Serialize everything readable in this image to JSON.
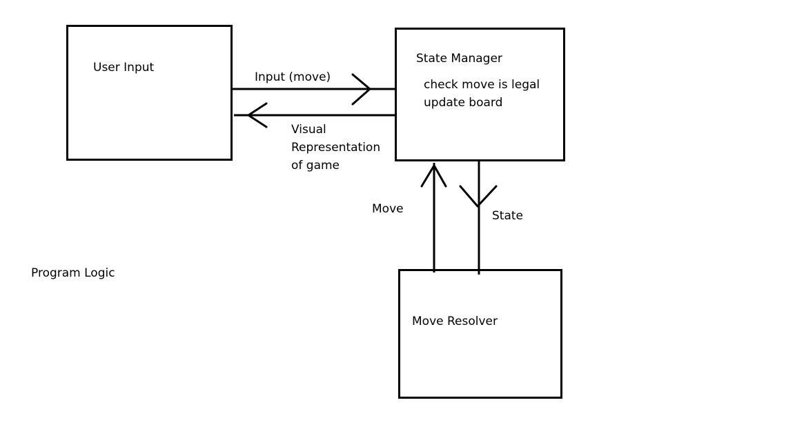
{
  "diagram": {
    "nodes": {
      "user_input": {
        "label": "User Input"
      },
      "state_manager": {
        "label": "State Manager",
        "details": [
          "check move is legal",
          "update board"
        ]
      },
      "move_resolver": {
        "label": "Move Resolver"
      }
    },
    "edges": {
      "input_move": {
        "from": "User Input",
        "to": "State Manager",
        "label": "Input (move)"
      },
      "visual": {
        "from": "State Manager",
        "to": "User Input",
        "label_lines": [
          "Visual",
          "Representation",
          "of game"
        ]
      },
      "move": {
        "from": "Move Resolver",
        "to": "State Manager",
        "label": "Move"
      },
      "state": {
        "from": "State Manager",
        "to": "Move Resolver",
        "label": "State"
      }
    },
    "caption": "Program Logic",
    "colors": {
      "stroke": "#000000",
      "background": "#ffffff"
    }
  }
}
